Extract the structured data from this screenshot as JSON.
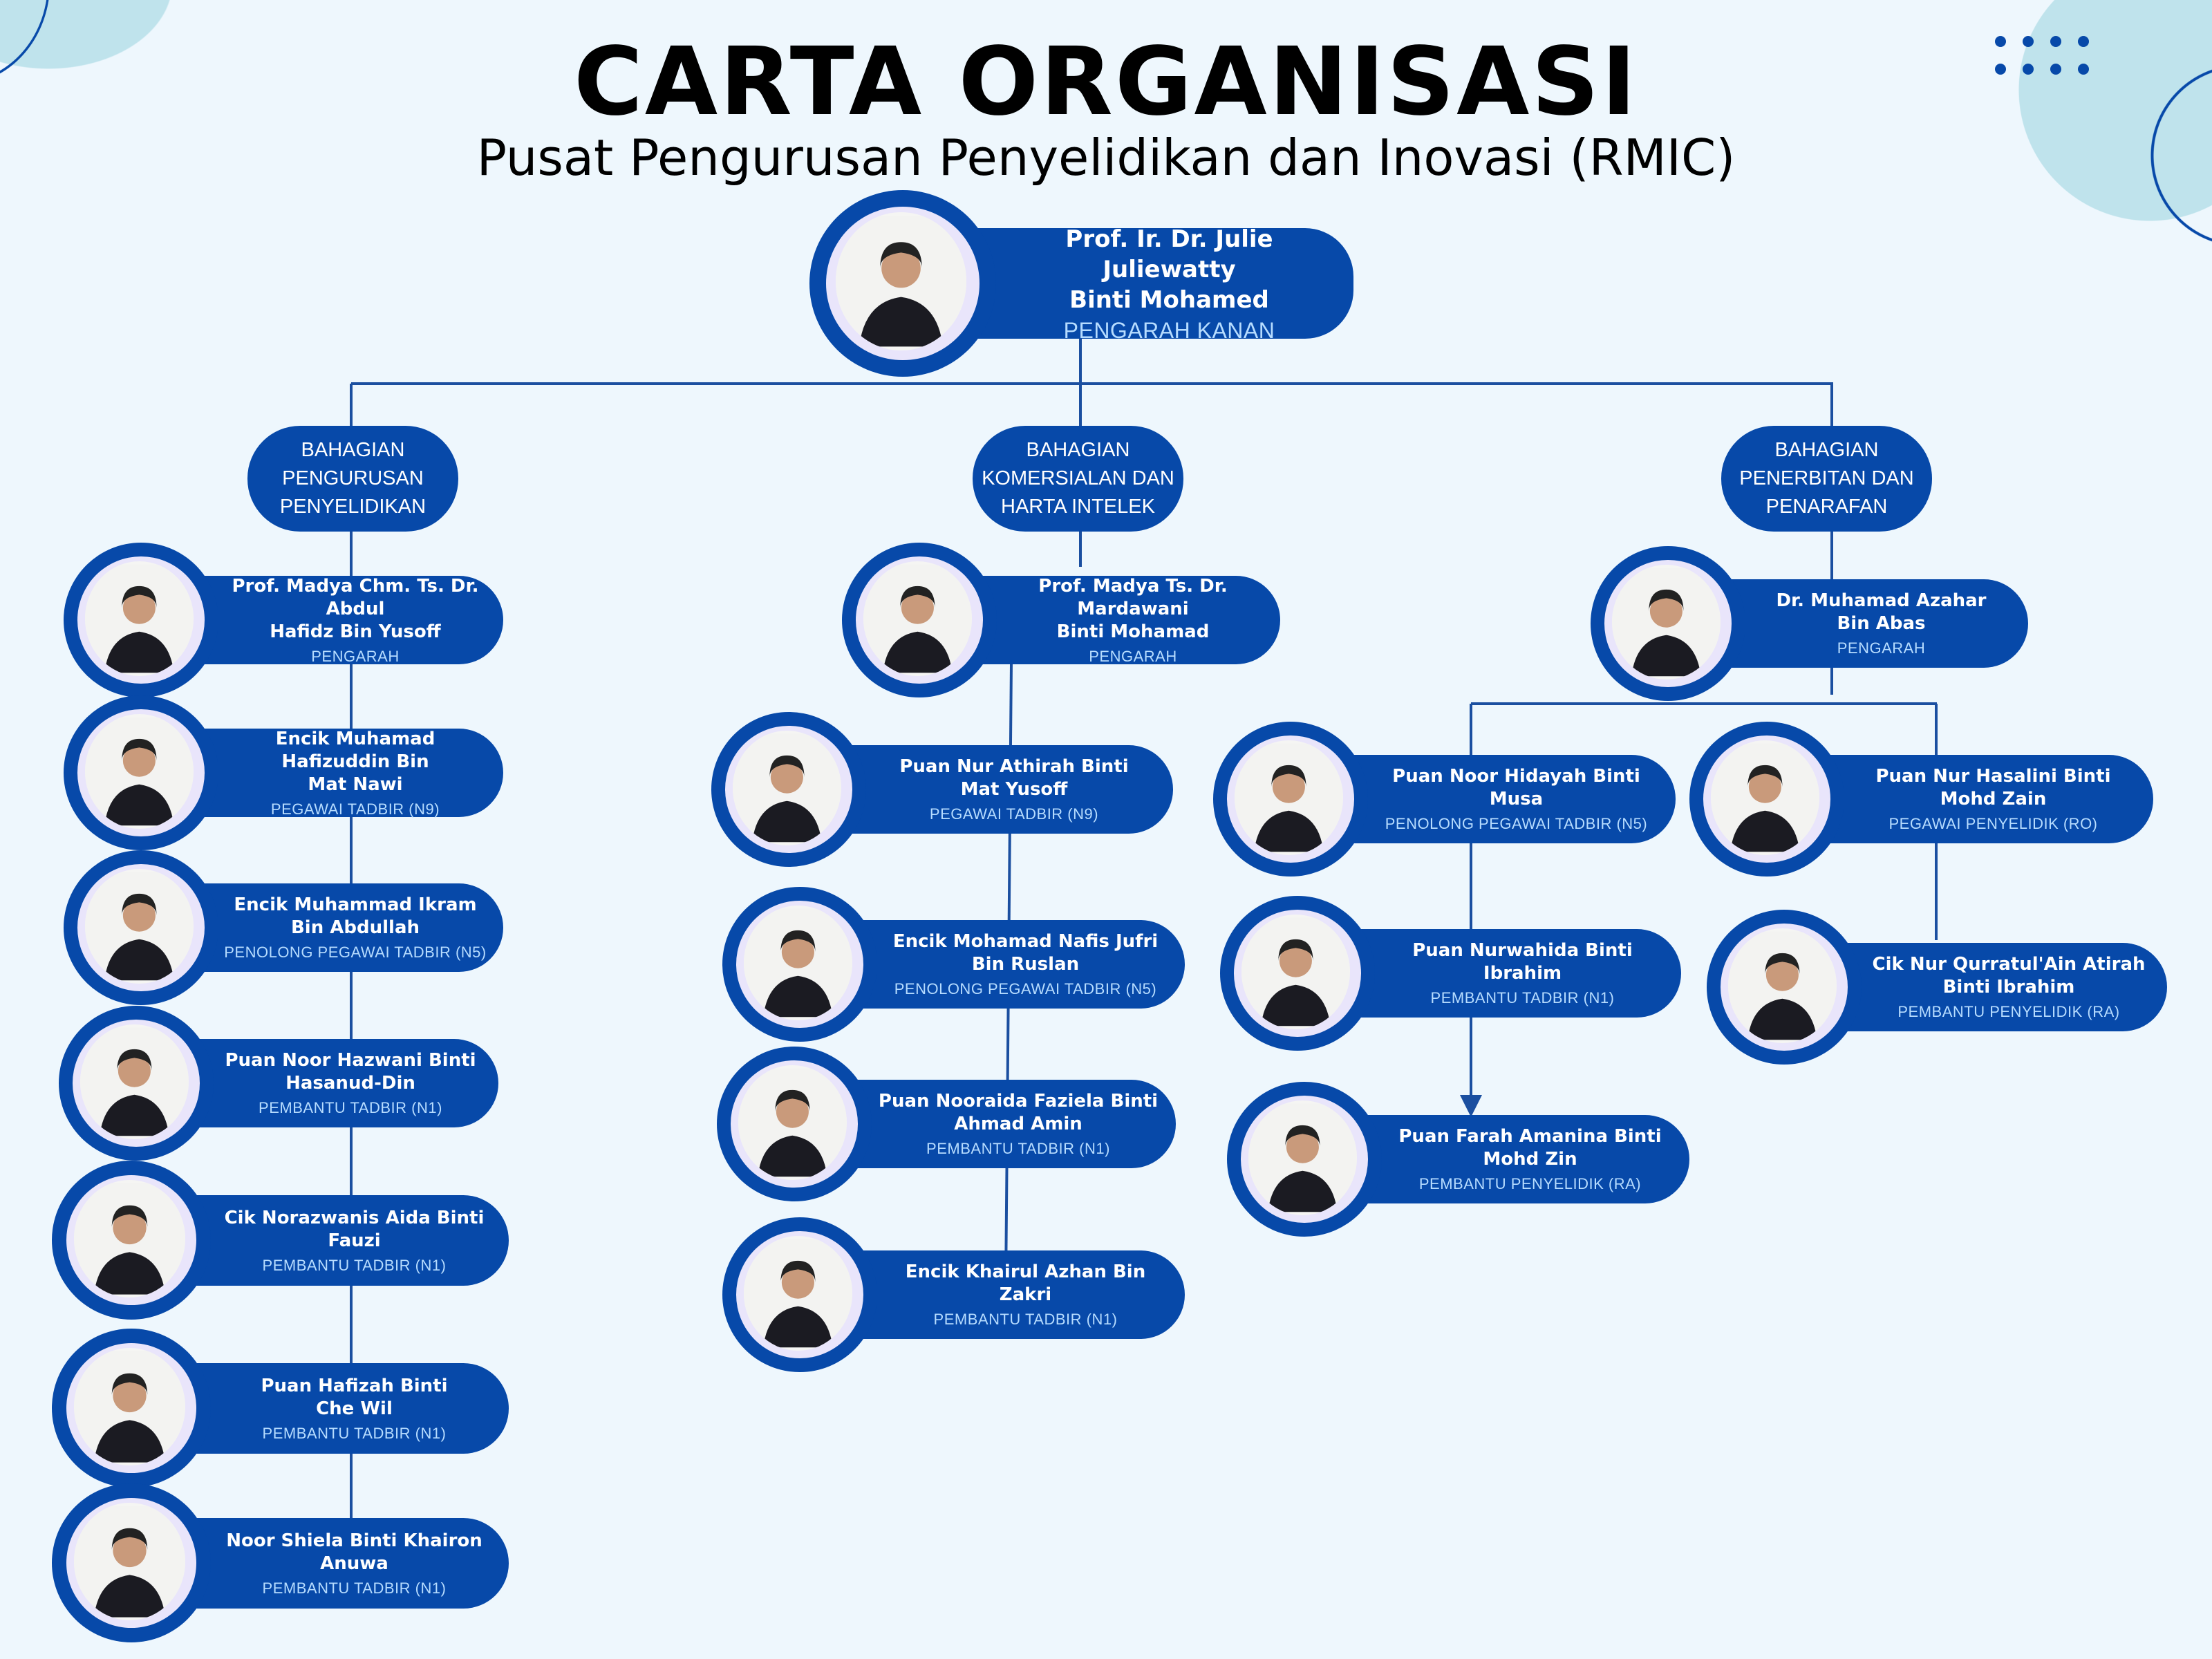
{
  "title": "CARTA ORGANISASI",
  "subtitle": "Pusat Pengurusan Penyelidikan dan Inovasi (RMIC)",
  "colors": {
    "primary": "#0749a9",
    "background": "#eef7fd",
    "role_text": "#b6dcff",
    "accent_circle": "#bfe3ec"
  },
  "director": {
    "name": "Prof. Ir. Dr. Julie Juliewatty\nBinti Mohamed",
    "role": "PENGARAH KANAN"
  },
  "divisions": [
    {
      "label": "BAHAGIAN\nPENGURUSAN\nPENYELIDIKAN",
      "members": [
        {
          "name": "Prof. Madya Chm. Ts. Dr. Abdul\nHafidz Bin Yusoff",
          "role": "PENGARAH"
        },
        {
          "name": "Encik Muhamad Hafizuddin Bin\nMat Nawi",
          "role": "PEGAWAI TADBIR (N9)"
        },
        {
          "name": "Encik Muhammad Ikram\nBin Abdullah",
          "role": "PENOLONG PEGAWAI TADBIR (N5)"
        },
        {
          "name": "Puan Noor Hazwani Binti\nHasanud-Din",
          "role": "PEMBANTU TADBIR (N1)"
        },
        {
          "name": "Cik Norazwanis Aida Binti Fauzi",
          "role": "PEMBANTU TADBIR (N1)"
        },
        {
          "name": "Puan Hafizah Binti\nChe Wil",
          "role": "PEMBANTU TADBIR (N1)"
        },
        {
          "name": "Noor Shiela Binti Khairon Anuwa",
          "role": "PEMBANTU TADBIR (N1)"
        }
      ]
    },
    {
      "label": "BAHAGIAN\nKOMERSIALAN DAN\nHARTA INTELEK",
      "members": [
        {
          "name": "Prof. Madya Ts. Dr. Mardawani\nBinti Mohamad",
          "role": "PENGARAH"
        },
        {
          "name": "Puan Nur Athirah Binti\nMat Yusoff",
          "role": "PEGAWAI TADBIR (N9)"
        },
        {
          "name": "Encik Mohamad Nafis Jufri\nBin Ruslan",
          "role": "PENOLONG PEGAWAI TADBIR (N5)"
        },
        {
          "name": "Puan Nooraida Faziela Binti\nAhmad Amin",
          "role": "PEMBANTU TADBIR (N1)"
        },
        {
          "name": "Encik Khairul Azhan Bin Zakri",
          "role": "PEMBANTU TADBIR (N1)"
        }
      ]
    },
    {
      "label": "BAHAGIAN\nPENERBITAN DAN\nPENARAFAN",
      "members": [
        {
          "name": "Dr. Muhamad Azahar\nBin Abas",
          "role": "PENGARAH"
        },
        {
          "name": "Puan Noor Hidayah Binti Musa",
          "role": "PENOLONG PEGAWAI TADBIR (N5)"
        },
        {
          "name": "Puan Nur Hasalini Binti\nMohd Zain",
          "role": "PEGAWAI PENYELIDIK (RO)"
        },
        {
          "name": "Puan Nurwahida Binti Ibrahim",
          "role": "PEMBANTU TADBIR (N1)"
        },
        {
          "name": "Cik Nur Qurratul'Ain Atirah\nBinti Ibrahim",
          "role": "PEMBANTU PENYELIDIK (RA)"
        },
        {
          "name": "Puan Farah Amanina Binti\nMohd Zin",
          "role": "PEMBANTU PENYELIDIK (RA)"
        }
      ]
    }
  ]
}
